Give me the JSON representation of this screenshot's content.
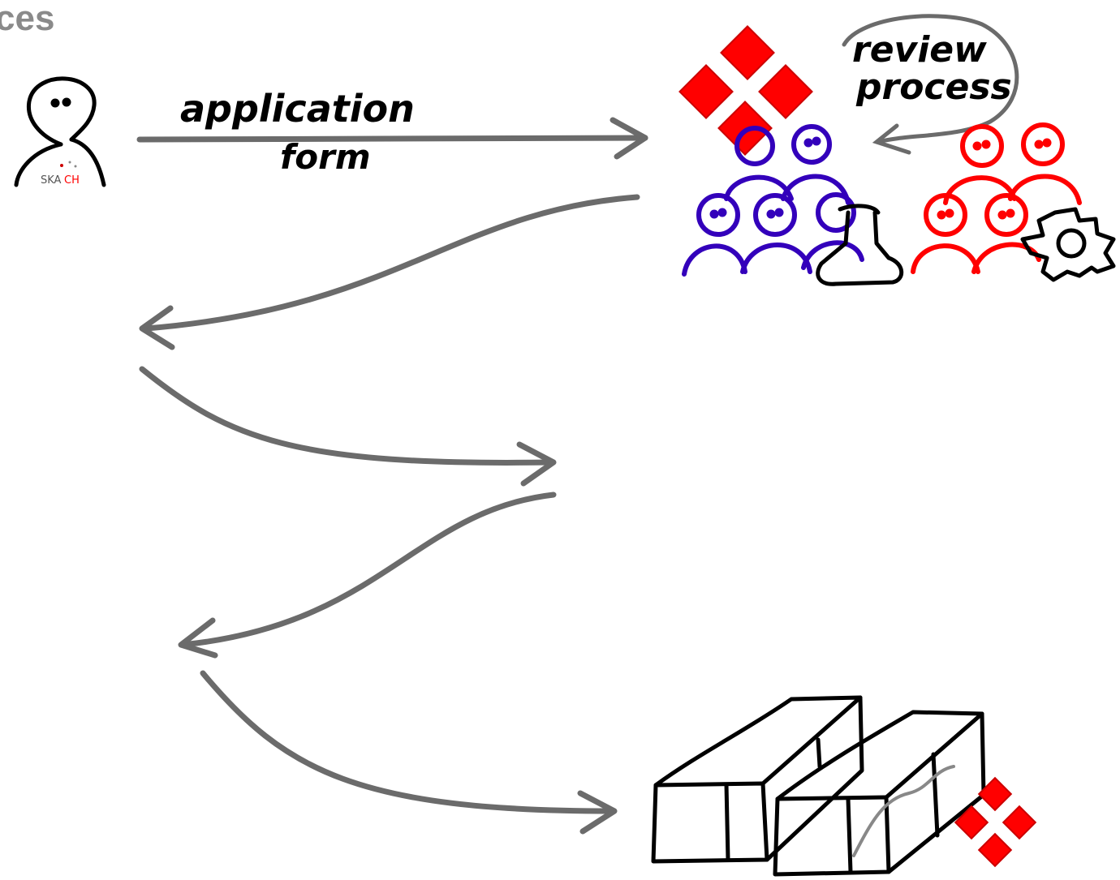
{
  "page": {
    "title": "ces"
  },
  "labels": {
    "application_form_line1": "application",
    "application_form_line2": "form",
    "review_line1": "review",
    "review_line2": "process"
  },
  "logo": {
    "text_gray": "SKA",
    "text_red": "CH"
  },
  "colors": {
    "arrow": "#6b6b6b",
    "title": "#8a8a8a",
    "ska_red": "#ff0000",
    "purple": "#3300bb",
    "black": "#000000"
  },
  "icons": [
    "person-icon",
    "ska-logo-icon",
    "ska-diamond-icon",
    "people-group-purple-icon",
    "people-group-red-icon",
    "flask-icon",
    "gear-icon",
    "data-cubes-icon"
  ]
}
